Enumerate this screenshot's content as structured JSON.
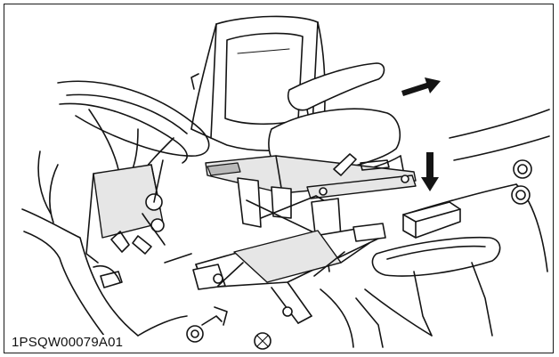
{
  "figure": {
    "code": "1PSQW00079A01"
  },
  "arrows": [
    {
      "name": "slide-rearward-arrow-icon",
      "direction": "right"
    },
    {
      "name": "press-down-arrow-icon",
      "direction": "down"
    }
  ],
  "colors": {
    "line": "#141414",
    "background": "#ffffff",
    "shade": "#e6e6e6"
  }
}
